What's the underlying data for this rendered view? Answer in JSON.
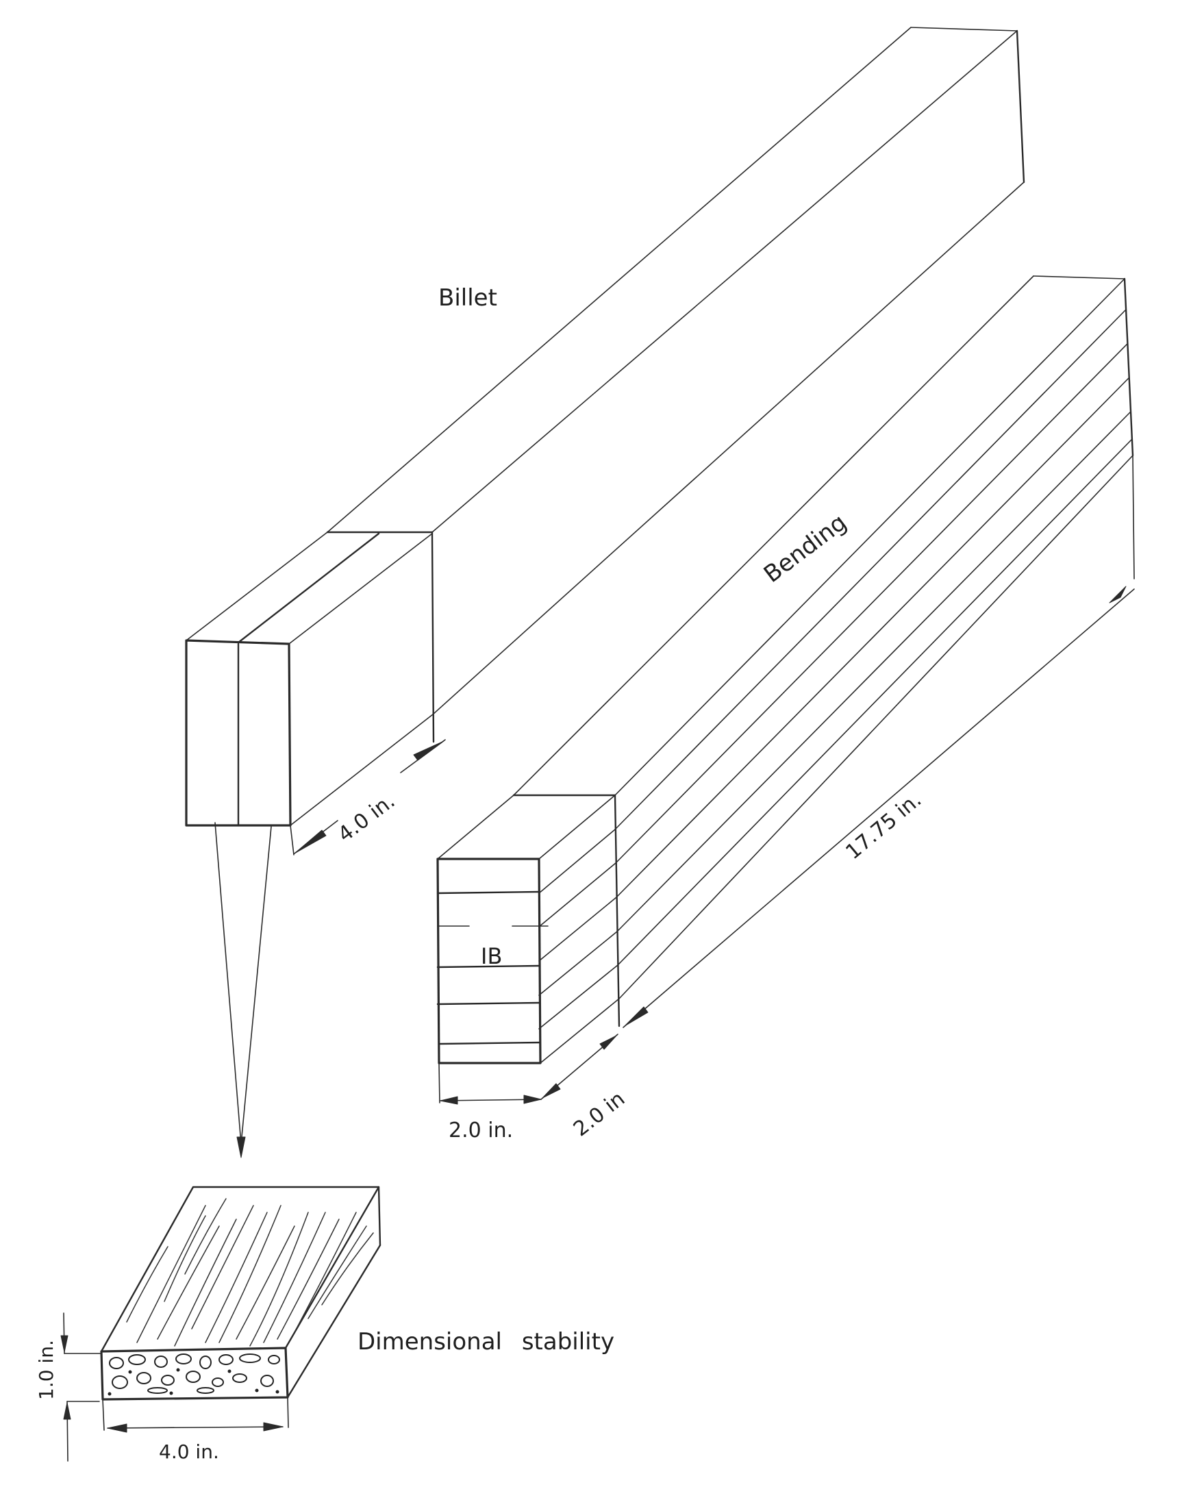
{
  "diagram": {
    "type": "specimen cutting diagram",
    "labels": {
      "billet": "Billet",
      "bending": "Bending",
      "internal_bond": "IB",
      "dimensional_stability": "Dimensional stability"
    },
    "dimensions": {
      "billet_slice_depth": "4.0 in.",
      "bending_length": "17.75 in.",
      "bending_width": "2.0 in.",
      "bending_depth": "2.0 in",
      "ds_width": "4.0 in.",
      "ds_thickness": "1.0 in."
    },
    "components": [
      {
        "name": "Billet",
        "shape": "long rectangular prism",
        "front_face_split": 2
      },
      {
        "name": "Bending",
        "shape": "long rectangular prism",
        "layers": 6
      },
      {
        "name": "IB",
        "shape": "section of bending front face"
      },
      {
        "name": "Dimensional stability",
        "shape": "flat block with grain texture",
        "dims": [
          "4.0 in.",
          "1.0 in."
        ]
      }
    ],
    "colors": {
      "ink": "#2a2a2a",
      "paper": "#ffffff"
    }
  }
}
